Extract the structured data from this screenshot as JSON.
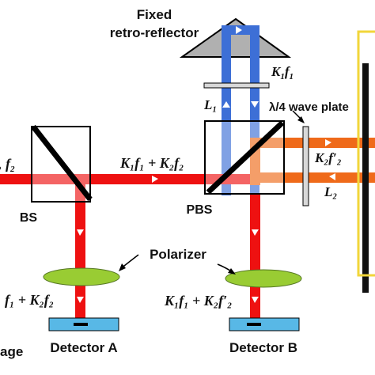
{
  "labels": {
    "fixed_line1": "Fixed",
    "fixed_line2": "retro-reflector",
    "bs": "BS",
    "pbs": "PBS",
    "polarizer": "Polarizer",
    "wave_plate": "λ/4 wave plate",
    "detector_a": "Detector A",
    "detector_b": "Detector B",
    "age_fragment": "age"
  },
  "equations": {
    "beam_in": {
      "base": ", f",
      "sub": "2"
    },
    "k1f1": {
      "a": "K",
      "as": "1",
      "b": "f",
      "bs": "1"
    },
    "combined": "K₁f₁ + K₂f₂",
    "detA": "f₁ + K₂f₂",
    "detB": "K₁f₁ + K₂f′₂",
    "k2f2p": "K₂f′₂",
    "l1": "L₁",
    "l2": "L₂"
  },
  "colors": {
    "red_beam": "#ee1111",
    "blue_beam": "#3d6fd6",
    "orange_beam": "#ef6a1a",
    "polarizer": "#99cc33",
    "detector": "#58b8e6",
    "prism": "#b0b0b0",
    "frame_yellow": "#f2d63a"
  }
}
